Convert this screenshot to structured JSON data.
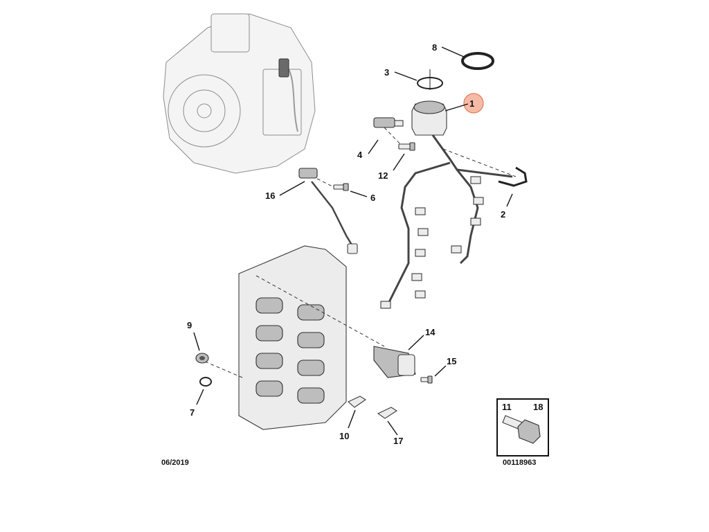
{
  "callouts": {
    "c1": "1",
    "c2": "2",
    "c3": "3",
    "c4": "4",
    "c6": "6",
    "c7": "7",
    "c8": "8",
    "c9": "9",
    "c10": "10",
    "c12": "12",
    "c14": "14",
    "c15": "15",
    "c16": "16",
    "c17": "17"
  },
  "inset": {
    "left_label": "11",
    "right_label": "18"
  },
  "footer": {
    "date": "06/2019",
    "reference": "00118963"
  },
  "colors": {
    "highlight": "#f2a48a",
    "highlight_stroke": "#e07a5a",
    "line": "#111111"
  }
}
